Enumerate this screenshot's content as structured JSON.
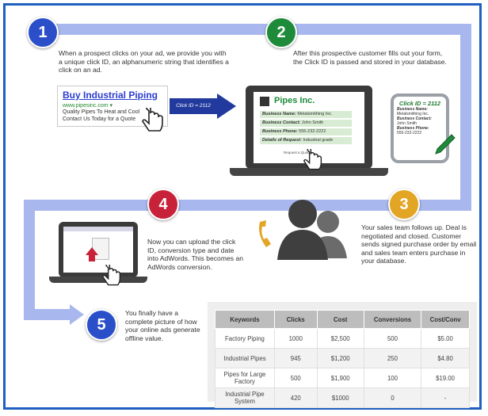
{
  "steps": [
    {
      "num": "1",
      "text": "When a prospect clicks on your ad, we provide you with a unique click ID, an alphanumeric string that identifies a click on an ad."
    },
    {
      "num": "2",
      "text": "After this prospective customer fills out your form, the Click ID is passed and stored in your database."
    },
    {
      "num": "3",
      "text": "Your sales team follows up. Deal is negotiated and closed. Customer sends signed purchase order by email and sales team enters purchase in your database."
    },
    {
      "num": "4",
      "text": "Now you can upload the click ID, conversion type and date into AdWords. This becomes an AdWords conversion."
    },
    {
      "num": "5",
      "text": "You finally have a complete picture of how your online ads generate offline value."
    }
  ],
  "ad": {
    "headline": "Buy Industrial Piping",
    "url": "www.pipesinc.com",
    "line1": "Quality Pipes To Heat and Cool",
    "line2": "Contact Us Today for a Quote"
  },
  "arrow_label": "Click ID = 2112",
  "form": {
    "company": "Pipes Inc.",
    "rows": [
      {
        "label": "Business Name:",
        "value": "Metalsmithing Inc."
      },
      {
        "label": "Business Contact:",
        "value": "John Smith"
      },
      {
        "label": "Business Phone:",
        "value": "555-232-2222"
      },
      {
        "label": "Details of Request:",
        "value": "Industrial grade"
      }
    ],
    "submit": "Request a Quote"
  },
  "phone": {
    "title": "Click ID = 2112",
    "lines": [
      {
        "label": "Business Name:",
        "value": "Metalsmithing Inc."
      },
      {
        "label": "Business Contact:",
        "value": "John Smith"
      },
      {
        "label": "Business Phone:",
        "value": "555-232-2222"
      }
    ]
  },
  "table": {
    "headers": [
      "Keywords",
      "Clicks",
      "Cost",
      "Conversions",
      "Cost/Conv"
    ],
    "rows": [
      [
        "Factory Piping",
        "1000",
        "$2,500",
        "500",
        "$5.00"
      ],
      [
        "Industrial Pipes",
        "945",
        "$1,200",
        "250",
        "$4.80"
      ],
      [
        "Pipes for Large Factory",
        "500",
        "$1,900",
        "100",
        "$19.00"
      ],
      [
        "Industrial Pipe System",
        "420",
        "$1000",
        "0",
        "-"
      ]
    ]
  },
  "colors": {
    "track": "#a8b8ee",
    "badge1": "#2a4fc8",
    "badge2": "#1e8b3a",
    "badge3": "#e3a524",
    "badge4": "#c8223a",
    "badge5": "#2a4fc8",
    "frame": "#1f5fbf"
  },
  "icons": [
    "pointer-hand-icon",
    "pencil-icon",
    "people-icon",
    "phone-icon",
    "upload-document-icon"
  ]
}
